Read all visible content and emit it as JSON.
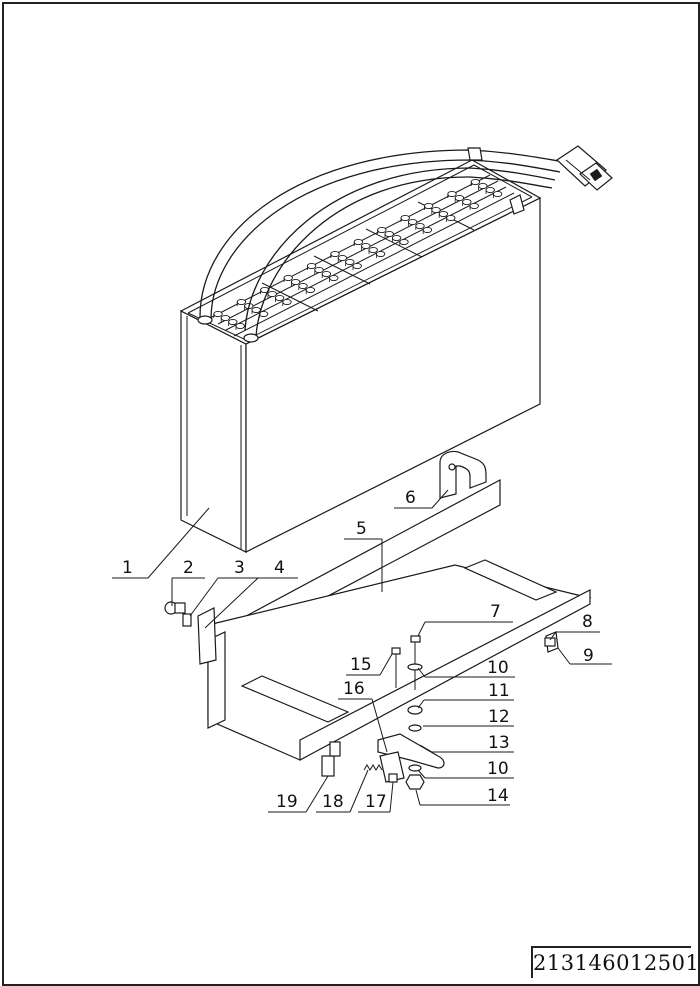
{
  "drawing_number": "213146012501",
  "callouts": [
    {
      "id": "c1",
      "text": "1"
    },
    {
      "id": "c2",
      "text": "2"
    },
    {
      "id": "c3",
      "text": "3"
    },
    {
      "id": "c4",
      "text": "4"
    },
    {
      "id": "c5",
      "text": "5"
    },
    {
      "id": "c6",
      "text": "6"
    },
    {
      "id": "c7",
      "text": "7"
    },
    {
      "id": "c8",
      "text": "8"
    },
    {
      "id": "c9",
      "text": "9"
    },
    {
      "id": "c10a",
      "text": "10"
    },
    {
      "id": "c11",
      "text": "11"
    },
    {
      "id": "c12",
      "text": "12"
    },
    {
      "id": "c13",
      "text": "13"
    },
    {
      "id": "c10b",
      "text": "10"
    },
    {
      "id": "c14",
      "text": "14"
    },
    {
      "id": "c15",
      "text": "15"
    },
    {
      "id": "c16",
      "text": "16"
    },
    {
      "id": "c17",
      "text": "17"
    },
    {
      "id": "c18",
      "text": "18"
    },
    {
      "id": "c19",
      "text": "19"
    }
  ]
}
